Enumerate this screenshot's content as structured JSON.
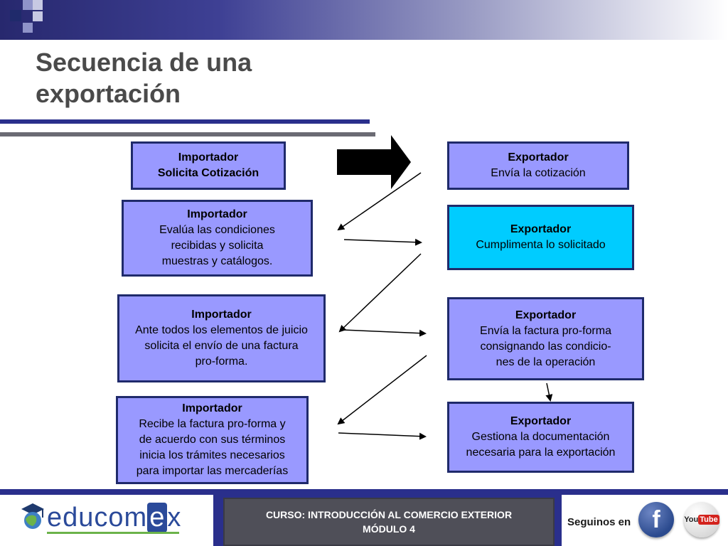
{
  "slide": {
    "title_line1": "Secuencia de una",
    "title_line2": "exportación"
  },
  "importador_boxes": [
    {
      "heading": "Importador",
      "lines": [
        "Solicita Cotización"
      ],
      "bold_all": true
    },
    {
      "heading": "Importador",
      "lines": [
        "Evalúa las condiciones",
        "recibidas y solicita",
        "muestras y catálogos."
      ]
    },
    {
      "heading": "Importador",
      "lines": [
        "Ante todos los elementos de juicio",
        "solicita el envío de una factura",
        "pro-forma."
      ]
    },
    {
      "heading": "Importador",
      "lines": [
        "Recibe la factura pro-forma y",
        "de acuerdo con sus términos",
        "inicia los trámites necesarios",
        "para importar las mercaderías"
      ]
    }
  ],
  "exportador_boxes": [
    {
      "heading": "Exportador",
      "lines": [
        "Envía la cotización"
      ]
    },
    {
      "heading": "Exportador",
      "lines": [
        "Cumplimenta lo solicitado"
      ],
      "color": "#00ccff"
    },
    {
      "heading": "Exportador",
      "lines": [
        "Envía la factura pro-forma",
        "consignando las condicio-",
        "nes de la operación"
      ]
    },
    {
      "heading": "Exportador",
      "lines": [
        "Gestiona la documentación",
        "necesaria para la exportación"
      ]
    }
  ],
  "footer": {
    "logo_a": "educom",
    "logo_x": "e",
    "logo_b": "x",
    "course_line1": "CURSO: INTRODUCCIÓN AL COMERCIO EXTERIOR",
    "course_line2": "MÓDULO 4",
    "follow_label": "Seguinos en",
    "facebook_glyph": "f",
    "youtube_a": "You",
    "youtube_b": "Tube"
  },
  "colors": {
    "box_fill": "#9999ff",
    "box_highlight": "#00ccff",
    "box_border": "#1f2a6b",
    "brand_navy": "#2a2f8c"
  },
  "icons": [
    "facebook-icon",
    "youtube-icon",
    "educomex-logo-icon",
    "block-arrow-right-icon"
  ]
}
